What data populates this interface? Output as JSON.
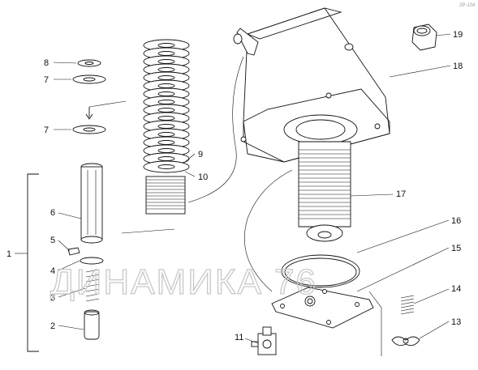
{
  "diagram": {
    "corner_code": "2P-104",
    "callouts": {
      "n1": "1",
      "n2": "2",
      "n3": "3",
      "n4": "4",
      "n5": "5",
      "n6": "6",
      "n7a": "7",
      "n7b": "7",
      "n8": "8",
      "n9": "9",
      "n10": "10",
      "n11": "11",
      "n13": "13",
      "n14": "14",
      "n15": "15",
      "n16": "16",
      "n17": "17",
      "n18": "18",
      "n19": "19"
    },
    "watermark": "ДИНАМИКА 76"
  }
}
